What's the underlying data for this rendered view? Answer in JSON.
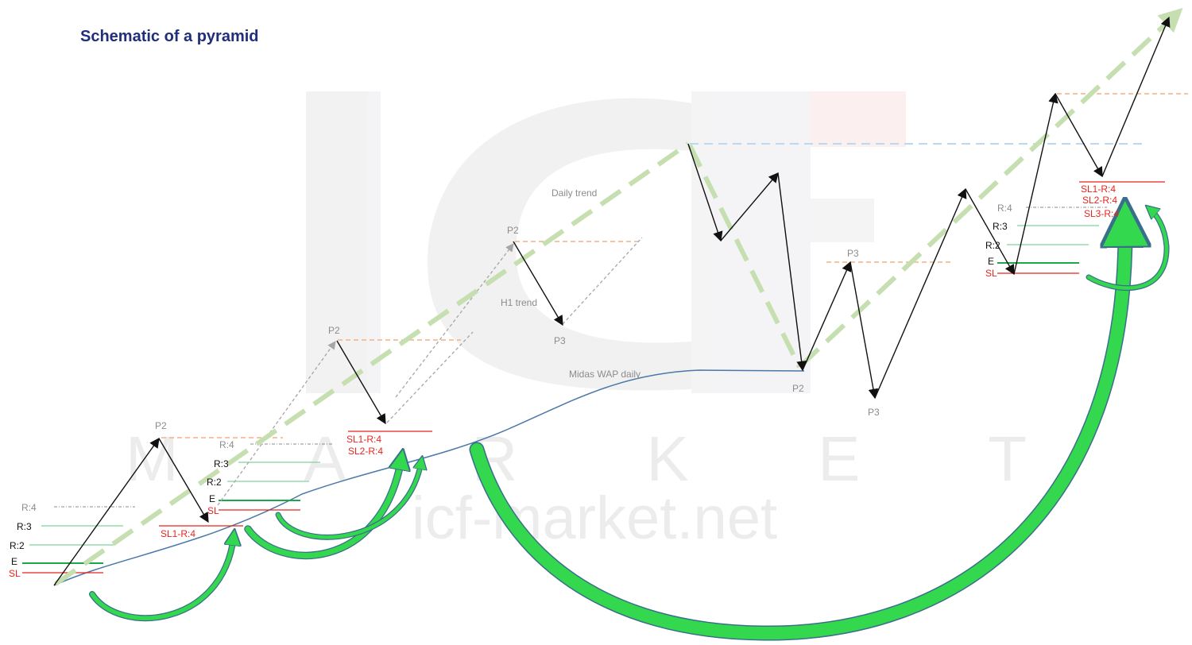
{
  "title": "Schematic of a pyramid",
  "watermark": {
    "logo": "ICF",
    "word": "MARKET",
    "url": "icf-market.net"
  },
  "labels": {
    "daily_trend": "Daily trend",
    "h1_trend": "H1 trend",
    "midas": "Midas WAP daily",
    "p2": "P2",
    "p3": "P3",
    "r4": "R:4",
    "r3": "R:3",
    "r2": "R:2",
    "e": "E",
    "sl": "SL",
    "sl1_r4": "SL1-R:4",
    "sl2_r4": "SL2-R:4",
    "sl3_r4": "SL3-R:4"
  },
  "colors": {
    "title": "#1f2f7a",
    "trend_dash": "#c6dfb1",
    "midas_line": "#4a78a8",
    "arrow_green": "#33d84e",
    "arrow_outline": "#3a6f8a",
    "stop_red": "#e8251f",
    "entry_green": "#1aa84a",
    "target_green": "#7fd49a",
    "p2_orange": "#f4b183",
    "gray_path": "#a6a6a6",
    "blue_dash": "#bdd7ee"
  }
}
